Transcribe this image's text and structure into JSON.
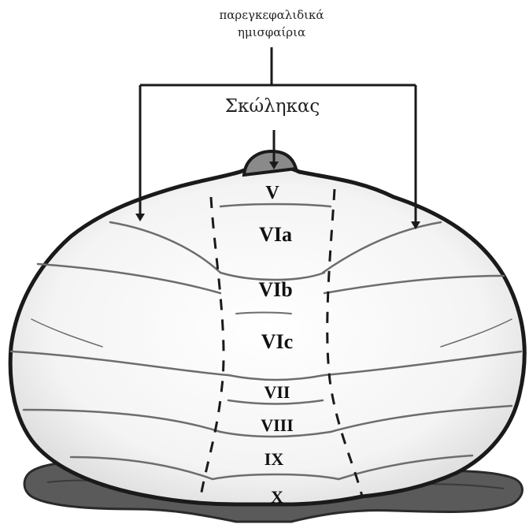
{
  "labels": {
    "hemispheres_line1": "παρεγκεφαλιδικά",
    "hemispheres_line2": "ημισφαίρια",
    "vermis": "Σκώληκας"
  },
  "lobules": [
    "V",
    "VIa",
    "VIb",
    "VIc",
    "VII",
    "VIII",
    "IX",
    "X"
  ],
  "colors": {
    "outline": "#1a1a1a",
    "fissure": "#6d6d6d",
    "body_fill": "#f3f3f3",
    "brainstem": "#5a5a5a"
  }
}
